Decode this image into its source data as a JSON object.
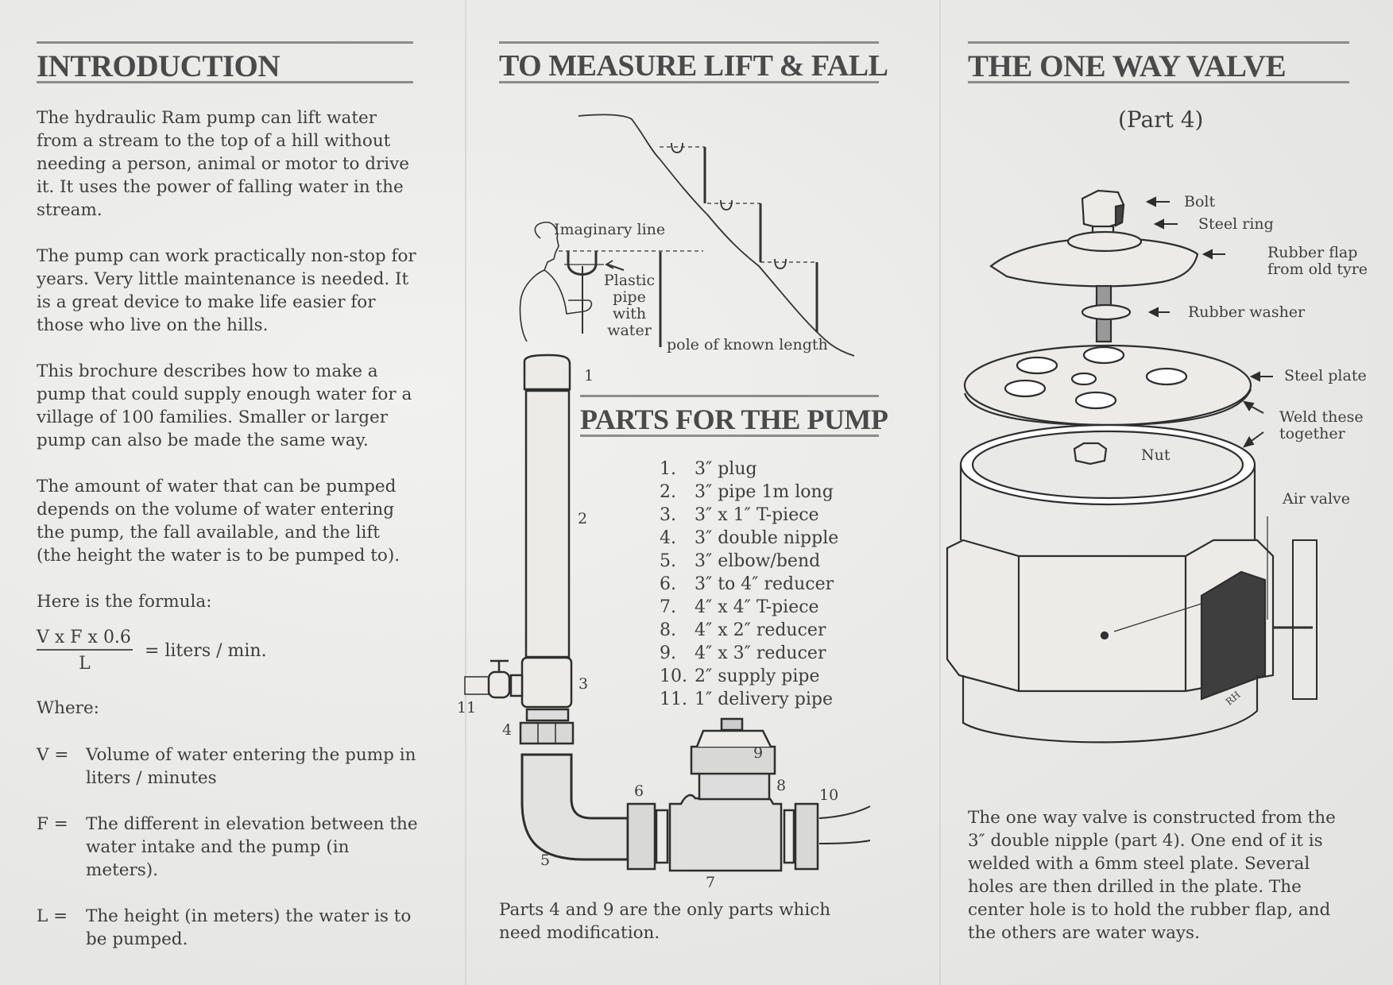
{
  "intro": {
    "title": "INTRODUCTION",
    "paragraphs": [
      "The hydraulic Ram pump can lift water from a stream to the top of a hill without needing a person, animal or motor to drive it. It uses the power of falling water in the stream.",
      "The pump can work practically non-stop for years. Very little maintenance is needed. It is a great device to make life easier for those who live on the hills.",
      "This brochure describes how to make a pump that could supply enough water for a village of 100 families. Smaller or larger pump can also be made the same way.",
      "The amount of water that can be pumped depends on the volume of water entering the pump, the fall available, and the lift (the height the water is to be pumped to)."
    ],
    "formula_intro": "Here is the formula:",
    "formula": {
      "numerator": "V x F x 0.6",
      "denominator": "L",
      "result": "= liters / min."
    },
    "where_label": "Where:",
    "definitions": [
      {
        "key": "V =",
        "text": "Volume of water entering the pump in liters / minutes"
      },
      {
        "key": "F =",
        "text": "The different in elevation between the water intake and the pump (in meters)."
      },
      {
        "key": "L =",
        "text": "The height (in meters) the water is to be pumped."
      }
    ]
  },
  "measure": {
    "title": "TO MEASURE LIFT & FALL",
    "labels": {
      "imaginary_line": "Imaginary line",
      "plastic_pipe": [
        "Plastic",
        "pipe",
        "with",
        "water"
      ],
      "pole": "pole of known length"
    }
  },
  "parts": {
    "title": "PARTS FOR THE PUMP",
    "items": [
      {
        "n": "1.",
        "label": "3″ plug"
      },
      {
        "n": "2.",
        "label": "3″ pipe 1m long"
      },
      {
        "n": "3.",
        "label": "3″ x 1″ T-piece"
      },
      {
        "n": "4.",
        "label": "3″ double nipple"
      },
      {
        "n": "5.",
        "label": "3″ elbow/bend"
      },
      {
        "n": "6.",
        "label": "3″ to 4″ reducer"
      },
      {
        "n": "7.",
        "label": "4″ x 4″ T-piece"
      },
      {
        "n": "8.",
        "label": "4″ x 2″ reducer"
      },
      {
        "n": "9.",
        "label": "4″ x 3″ reducer"
      },
      {
        "n": "10.",
        "label": "2″ supply pipe"
      },
      {
        "n": "11.",
        "label": "1″ delivery pipe"
      }
    ],
    "diagram_numbers": [
      "1",
      "2",
      "3",
      "4",
      "5",
      "6",
      "7",
      "8",
      "9",
      "10",
      "11"
    ],
    "note": "Parts 4 and 9 are the only parts which need modification."
  },
  "valve": {
    "title": "THE ONE WAY VALVE",
    "subtitle": "(Part 4)",
    "labels": {
      "bolt": "Bolt",
      "steel_ring": "Steel ring",
      "rubber_flap": [
        "Rubber flap",
        "from old tyre"
      ],
      "rubber_washer": "Rubber washer",
      "steel_plate": "Steel plate",
      "weld": [
        "Weld these",
        "together"
      ],
      "nut": "Nut",
      "air_valve": "Air valve",
      "signature": "RH"
    },
    "description": "The one way valve is constructed from the 3″ double nipple (part 4). One end of it is welded with a 6mm steel plate. Several holes are then drilled in the plate. The center hole is to hold the rubber flap, and the others are water ways."
  }
}
